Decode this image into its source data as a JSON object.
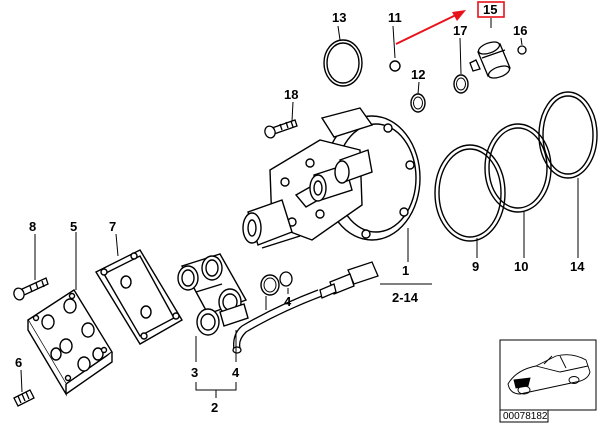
{
  "parts": {
    "p1": "1",
    "p2_14": "2-14",
    "p2": "2",
    "p3": "3",
    "p4a": "4",
    "p4b": "4",
    "p5": "5",
    "p6": "6",
    "p7": "7",
    "p8": "8",
    "p9": "9",
    "p10": "10",
    "p11": "11",
    "p12": "12",
    "p13": "13",
    "p14": "14",
    "p15": "15",
    "p16": "16",
    "p17": "17",
    "p18": "18"
  },
  "thumbnail": {
    "reference_number": "00078182"
  },
  "colors": {
    "highlight": "#e8121b",
    "line": "#000000"
  }
}
